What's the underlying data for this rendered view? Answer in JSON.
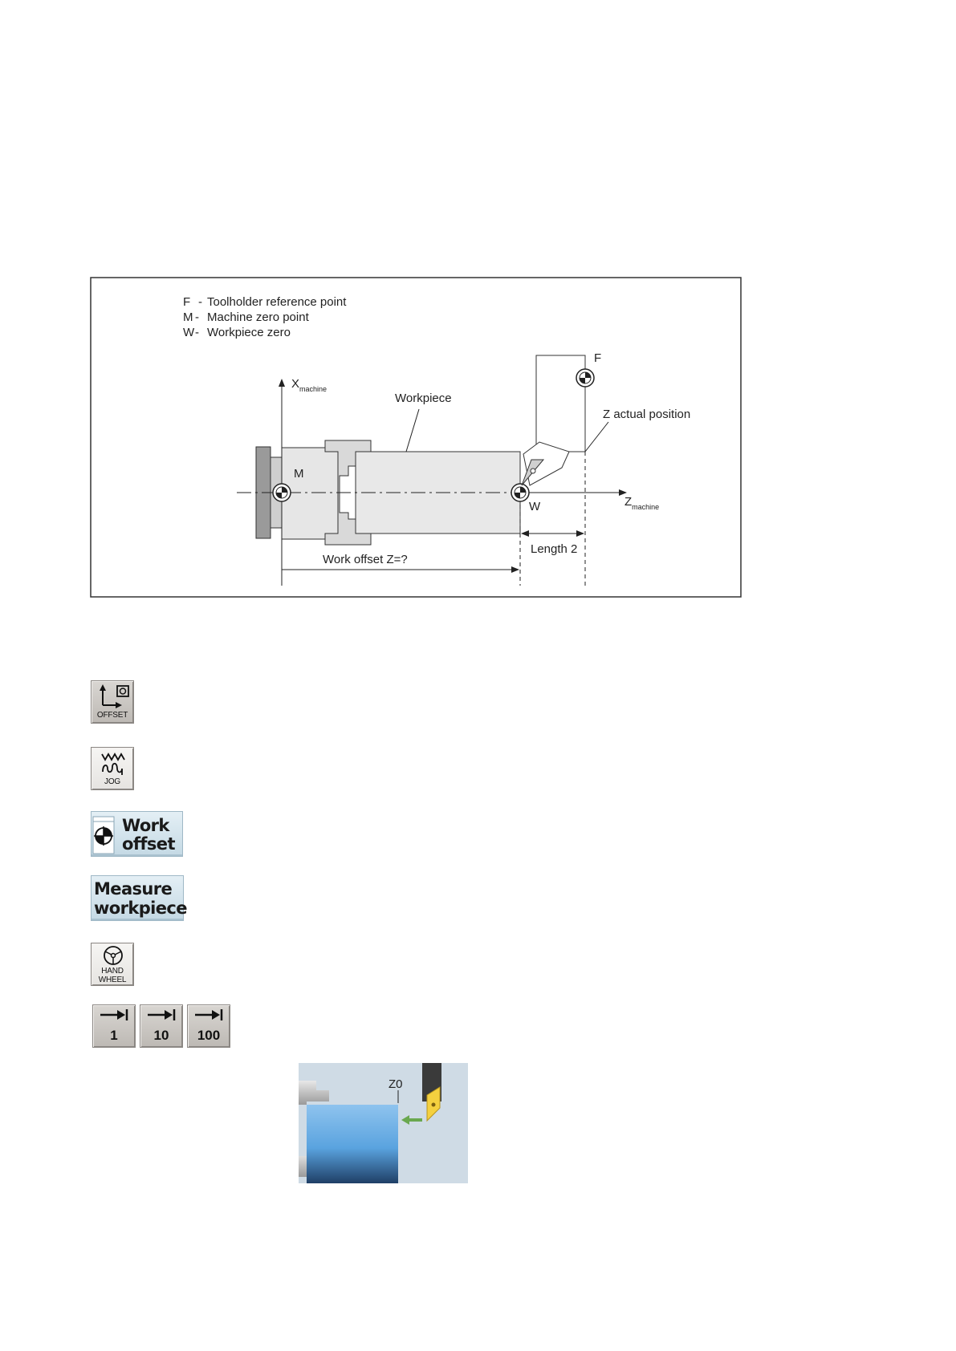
{
  "diagram": {
    "legend": [
      {
        "letter": "F",
        "sep": "-",
        "text": "Toolholder reference point"
      },
      {
        "letter": "M",
        "sep": "-",
        "text": "Machine zero point"
      },
      {
        "letter": "W",
        "sep": "-",
        "text": "Workpiece zero"
      }
    ],
    "axis_x_main": "X",
    "axis_x_sub": "machine",
    "axis_z_main": "Z",
    "axis_z_sub": "machine",
    "label_workpiece": "Workpiece",
    "label_z_actual": "Z actual position",
    "point_f": "F",
    "point_m": "M",
    "point_w": "W",
    "label_length2": "Length 2",
    "label_work_offset": "Work offset Z=?"
  },
  "keys": {
    "offset": "OFFSET",
    "jog": "JOG",
    "handwheel_line1": "HAND",
    "handwheel_line2": "WHEEL",
    "increments": [
      "1",
      "10",
      "100"
    ]
  },
  "softkeys": {
    "work_offset_line1": "Work",
    "work_offset_line2": "offset",
    "measure_line1": "Measure",
    "measure_line2": "workpiece"
  },
  "measure_graphic": {
    "label_z0": "Z0"
  },
  "colors": {
    "softkey_bg": "#d4e5ee",
    "key_bg": "#cfccc8",
    "workpiece_blue": "#5aa3df",
    "insert_yellow": "#f4d03f",
    "arrow_green": "#6aa84f"
  }
}
